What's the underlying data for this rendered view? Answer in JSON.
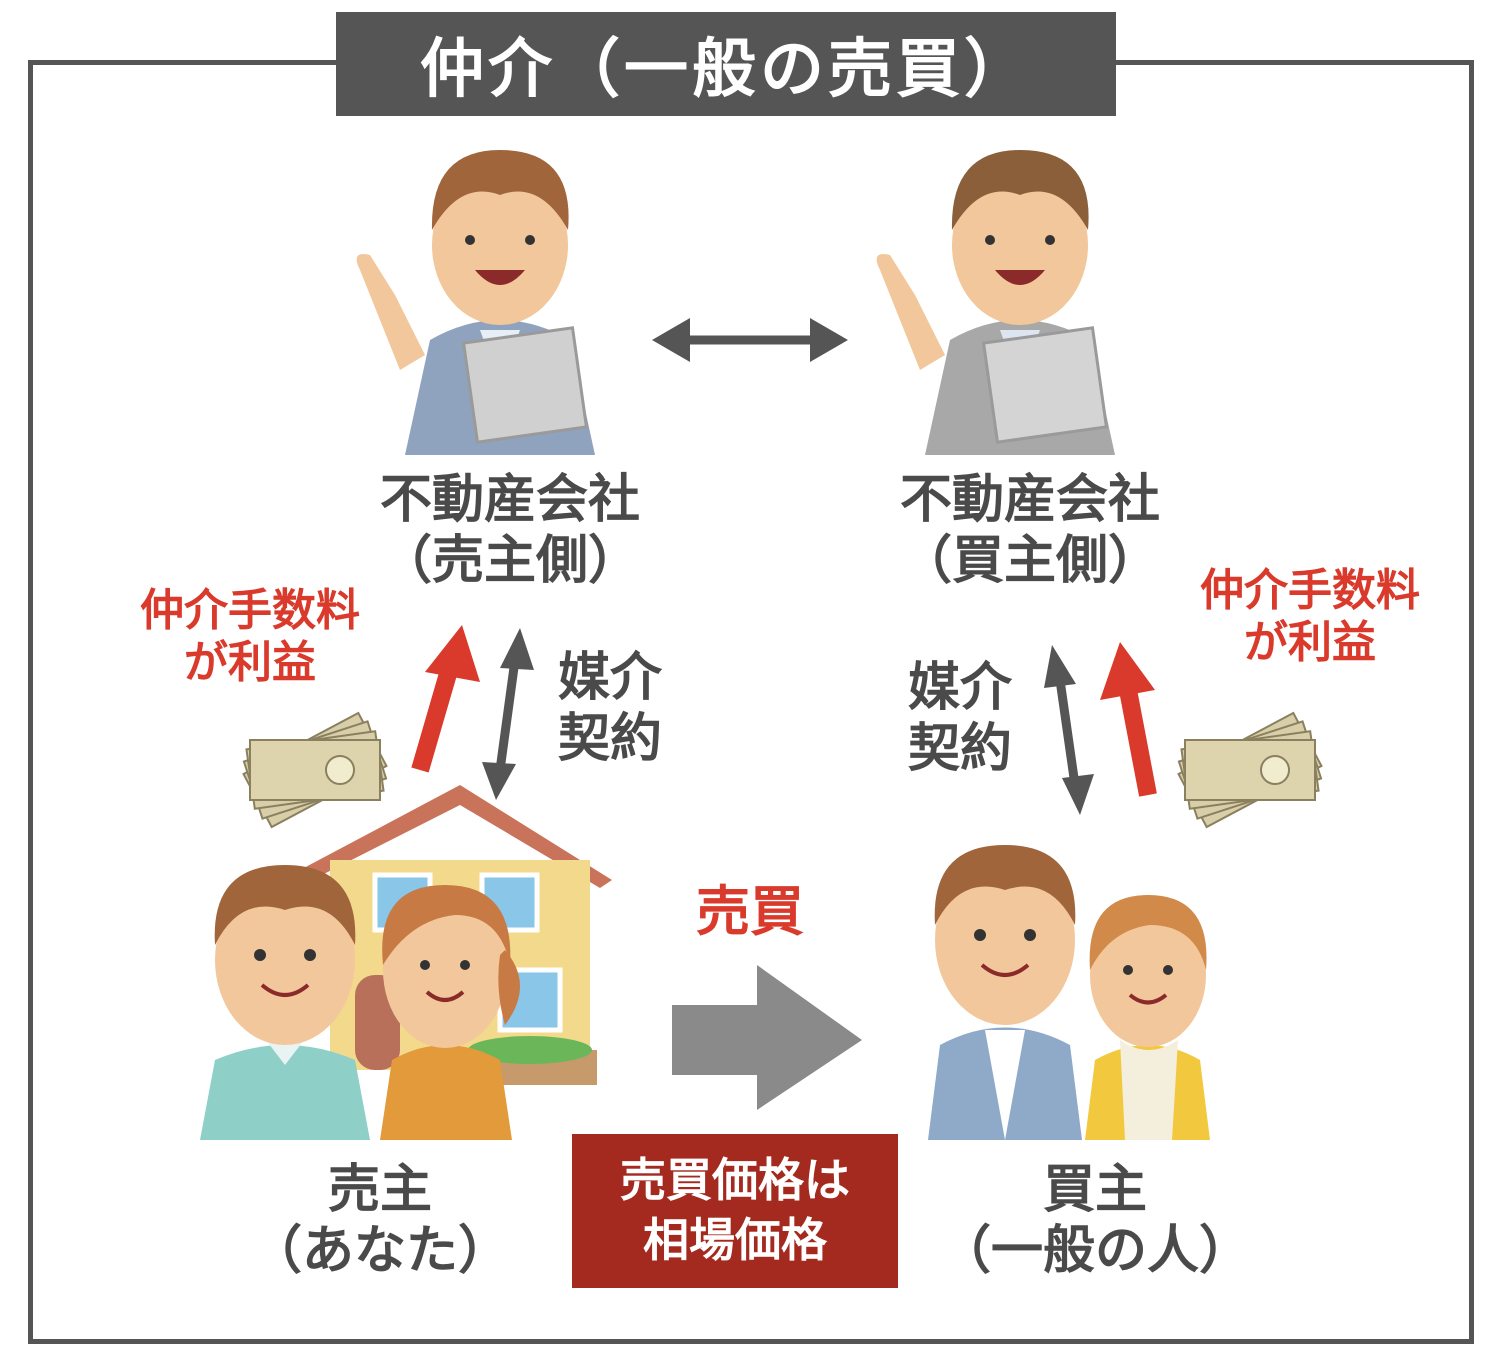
{
  "title": "仲介（一般の売買）",
  "seller_agent": {
    "line1": "不動産会社",
    "line2": "（売主側）"
  },
  "buyer_agent": {
    "line1": "不動産会社",
    "line2": "（買主側）"
  },
  "fee_left": {
    "line1": "仲介手数料",
    "line2": "が利益"
  },
  "fee_right": {
    "line1": "仲介手数料",
    "line2": "が利益"
  },
  "contract_left": {
    "line1": "媒介",
    "line2": "契約"
  },
  "contract_right": {
    "line1": "媒介",
    "line2": "契約"
  },
  "trade_label": "売買",
  "seller": {
    "line1": "売主",
    "line2": "（あなた）"
  },
  "buyer": {
    "line1": "買主",
    "line2": "（一般の人）"
  },
  "price_note": {
    "line1": "売買価格は",
    "line2": "相場価格"
  },
  "colors": {
    "frame": "#555555",
    "accent_red": "#d93a2b",
    "price_box": "#a42a1f",
    "arrow_gray": "#555555"
  },
  "icons": [
    "agent-seller-illustration",
    "agent-buyer-illustration",
    "money-bills-icon",
    "house-illustration",
    "seller-couple-illustration",
    "buyer-couple-illustration"
  ]
}
